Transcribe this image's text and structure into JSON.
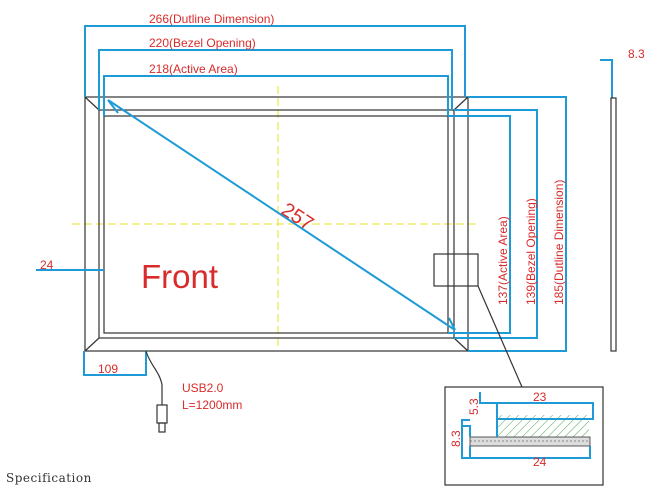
{
  "labels": {
    "outline_width": "266(Dutline Dimension)",
    "bezel_width": "220(Bezel Opening)",
    "active_width": "218(Active Area)",
    "diagonal": "257",
    "front": "Front",
    "active_height": "137(Active Area)",
    "bezel_height": "139(Bezel Opening)",
    "outline_height": "185(Dutline Dimension)",
    "side_margin": "24",
    "bottom_offset": "109",
    "thickness": "8.3",
    "cable_type": "USB2.0",
    "cable_length": "L=1200mm",
    "detail_top_width": "23",
    "detail_glass": "5.3",
    "detail_thickness": "8.3",
    "detail_bottom_width": "24"
  },
  "footer": {
    "caption": "Specification"
  },
  "colors": {
    "dimension_line": "#1e9bd7",
    "dimension_text": "#d92b2b",
    "outline": "#333333",
    "centerline": "#e6e62a"
  }
}
